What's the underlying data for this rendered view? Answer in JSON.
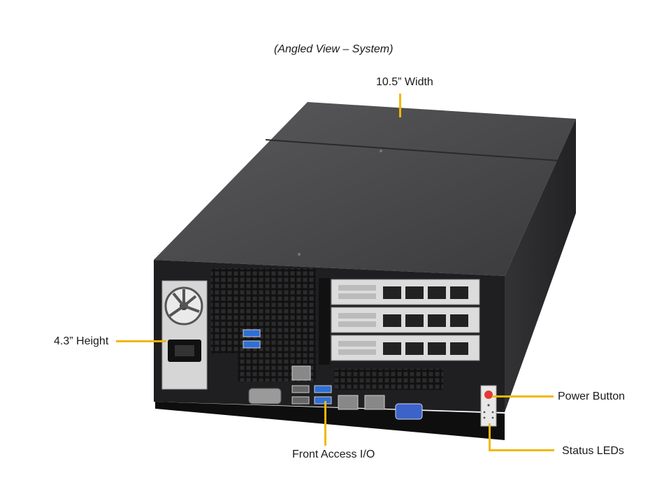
{
  "caption": "(Angled View – System)",
  "callouts": {
    "width": "10.5” Width",
    "height": "4.3” Height",
    "power_button": "Power Button",
    "status_leds": "Status LEDs",
    "front_io": "Front Access I/O"
  },
  "colors": {
    "callout": "#f2b705",
    "chassis_top": "#4a4a4c",
    "chassis_front": "#1f1f21",
    "chassis_side": "#2a2a2c",
    "vga_port": "#3d63c9",
    "usb_port": "#2f6fd6",
    "power_led": "#e53935"
  }
}
